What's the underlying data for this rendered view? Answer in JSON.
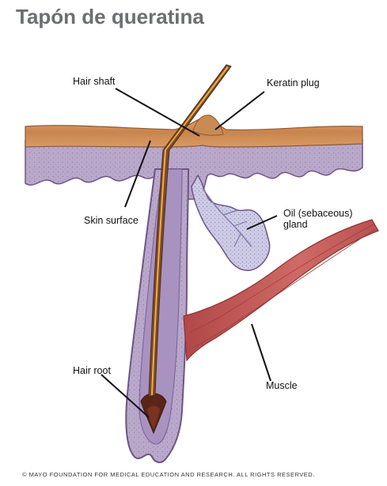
{
  "title": "Tapón de queratina",
  "labels": {
    "hair_shaft": "Hair shaft",
    "keratin_plug": "Keratin plug",
    "oil_gland_line1": "Oil (sebaceous)",
    "oil_gland_line2": "gland",
    "skin_surface": "Skin surface",
    "hair_root": "Hair root",
    "muscle": "Muscle"
  },
  "copyright": "© MAYO FOUNDATION FOR MEDICAL EDUCATION AND RESEARCH. ALL RIGHTS RESERVED.",
  "colors": {
    "title": "#6d6e71",
    "skin_surface_band": "#d9915a",
    "dermis": "#b7a6c8",
    "follicle_sheath": "#8a6aa0",
    "hair": "#7a4a2e",
    "hair_highlight": "#f0b040",
    "muscle": "#c55a5a",
    "gland": "#c9c7e0"
  }
}
